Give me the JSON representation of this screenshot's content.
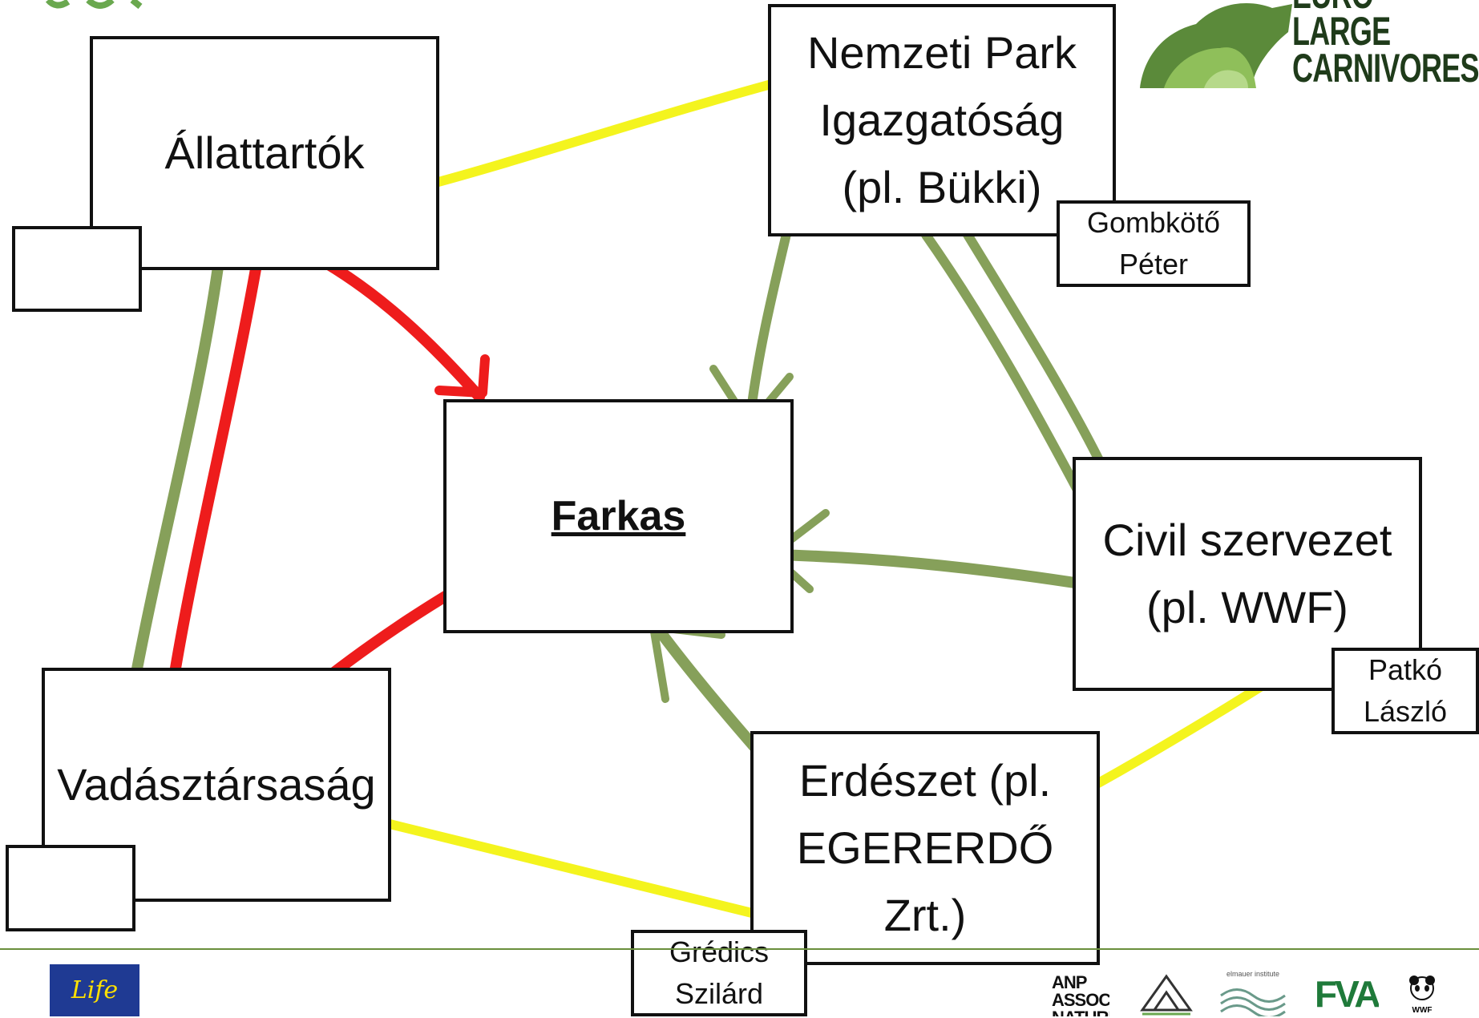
{
  "nodes": {
    "allattartok": "Állattartók",
    "nemzeti_park": "Nemzeti Park\nIgazgatóság\n(pl. Bükki)",
    "gombkoto": "Gombkötő\nPéter",
    "farkas": "Farkas",
    "civil": "Civil szervezet\n(pl. WWF)",
    "patko": "Patkó\nLászló",
    "vadasz": "Vadásztársaság",
    "erdeszet": "Erdészet (pl.\nEGERERDŐ\nZrt.)",
    "gredics": "Grédics\nSzilárd"
  },
  "branding": {
    "top_logo_text": "EURO\nLARGE\nCARNIVORES",
    "eu_logo_text": "Life",
    "footer_logos": [
      "ANP ASSOCIAÇÃO NATUREZA PORTUGAL",
      "elmauer institute",
      "FVA",
      "WWF"
    ]
  },
  "colors": {
    "red": "#ee1c1c",
    "green": "#86a05a",
    "yellow": "#f4f41e",
    "brand_green": "#5b8a3a"
  }
}
